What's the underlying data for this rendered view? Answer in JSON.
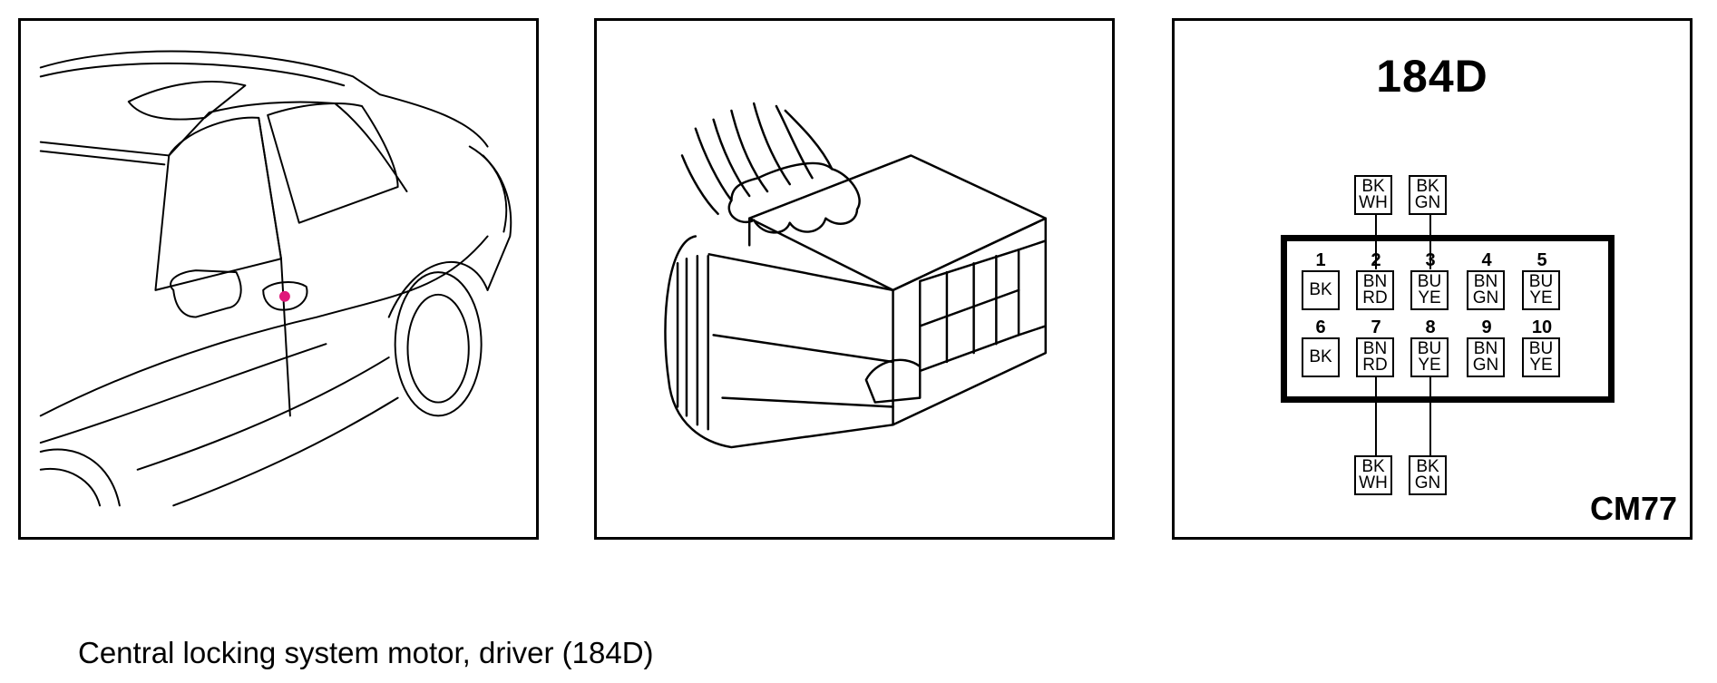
{
  "caption": "Central locking system motor, driver (184D)",
  "connector": {
    "id": "184D",
    "code": "CM77",
    "pins": [
      {
        "num": "1",
        "colors": [
          "BK"
        ]
      },
      {
        "num": "2",
        "colors": [
          "BN",
          "RD"
        ]
      },
      {
        "num": "3",
        "colors": [
          "BU",
          "YE"
        ]
      },
      {
        "num": "4",
        "colors": [
          "BN",
          "GN"
        ]
      },
      {
        "num": "5",
        "colors": [
          "BU",
          "YE"
        ]
      },
      {
        "num": "6",
        "colors": [
          "BK"
        ]
      },
      {
        "num": "7",
        "colors": [
          "BN",
          "RD"
        ]
      },
      {
        "num": "8",
        "colors": [
          "BU",
          "YE"
        ]
      },
      {
        "num": "9",
        "colors": [
          "BN",
          "GN"
        ]
      },
      {
        "num": "10",
        "colors": [
          "BU",
          "YE"
        ]
      }
    ],
    "external_wires": {
      "top": [
        [
          "BK",
          "WH"
        ],
        [
          "BK",
          "GN"
        ]
      ],
      "bottom": [
        [
          "BK",
          "WH"
        ],
        [
          "BK",
          "GN"
        ]
      ]
    }
  },
  "colors": {
    "line": "#000000",
    "marker": "#e0187a"
  }
}
